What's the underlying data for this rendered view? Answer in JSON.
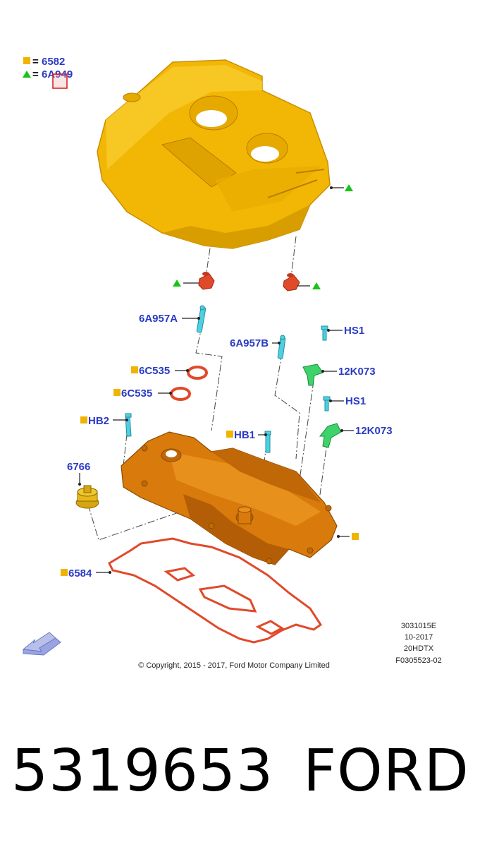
{
  "legend": [
    {
      "symbol": "square",
      "eq": "=",
      "code": "6582",
      "color": "#f0b400"
    },
    {
      "symbol": "triangle",
      "eq": "=",
      "code": "6A949",
      "color": "#18c418"
    }
  ],
  "colors": {
    "cover": "#f2b705",
    "manifold": "#d97a0c",
    "gasket": "#e04a2a",
    "sensor": "#3dd36a",
    "bolt": "#4fd0e0",
    "label": "#2a3bc4"
  },
  "labels": {
    "6a957a": "6A957A",
    "6a957b": "6A957B",
    "hs1_top": "HS1",
    "hs1_mid": "HS1",
    "12k073_top": "12K073",
    "12k073_mid": "12K073",
    "6c535_top": "6C535",
    "6c535_bottom": "6C535",
    "hb2": "HB2",
    "hb1": "HB1",
    "6766": "6766",
    "6584": "6584"
  },
  "notes": {
    "line1": "3031015E",
    "line2": "10-2017",
    "line3": "20HDTX",
    "line4": "F0305523-02",
    "copyright": "© Copyright, 2015 - 2017, Ford Motor Company Limited"
  },
  "footer": {
    "part_number": "5319653",
    "brand": "FORD"
  }
}
